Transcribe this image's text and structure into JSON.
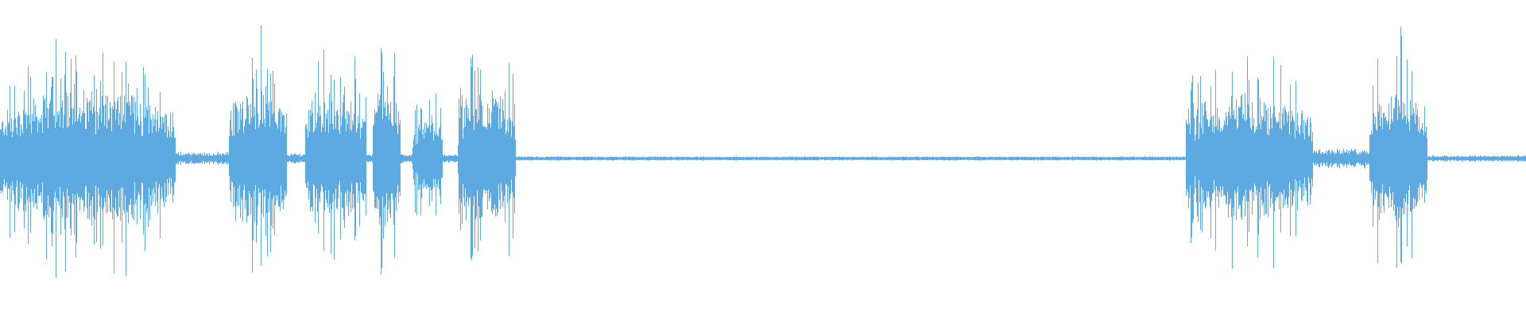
{
  "waveform": {
    "color": "#5DAAE2",
    "background": "#FFFFFF",
    "segments": [
      {
        "kind": "speech",
        "start": 0.0,
        "end": 0.115,
        "level": 0.62
      },
      {
        "kind": "quiet",
        "start": 0.115,
        "end": 0.15,
        "level": 0.06
      },
      {
        "kind": "speech",
        "start": 0.15,
        "end": 0.188,
        "level": 0.68
      },
      {
        "kind": "quiet",
        "start": 0.188,
        "end": 0.2,
        "level": 0.05
      },
      {
        "kind": "speech",
        "start": 0.2,
        "end": 0.24,
        "level": 0.58
      },
      {
        "kind": "quiet",
        "start": 0.24,
        "end": 0.244,
        "level": 0.04
      },
      {
        "kind": "speech",
        "start": 0.244,
        "end": 0.262,
        "level": 0.7
      },
      {
        "kind": "quiet",
        "start": 0.262,
        "end": 0.27,
        "level": 0.05
      },
      {
        "kind": "speech",
        "start": 0.27,
        "end": 0.29,
        "level": 0.35
      },
      {
        "kind": "quiet",
        "start": 0.29,
        "end": 0.3,
        "level": 0.04
      },
      {
        "kind": "speech",
        "start": 0.3,
        "end": 0.338,
        "level": 0.6
      },
      {
        "kind": "silence",
        "start": 0.338,
        "end": 0.777,
        "level": 0.012
      },
      {
        "kind": "speech",
        "start": 0.777,
        "end": 0.86,
        "level": 0.58
      },
      {
        "kind": "quiet",
        "start": 0.86,
        "end": 0.897,
        "level": 0.09
      },
      {
        "kind": "speech",
        "start": 0.897,
        "end": 0.935,
        "level": 0.66
      },
      {
        "kind": "quiet",
        "start": 0.935,
        "end": 1.0,
        "level": 0.03
      }
    ]
  }
}
